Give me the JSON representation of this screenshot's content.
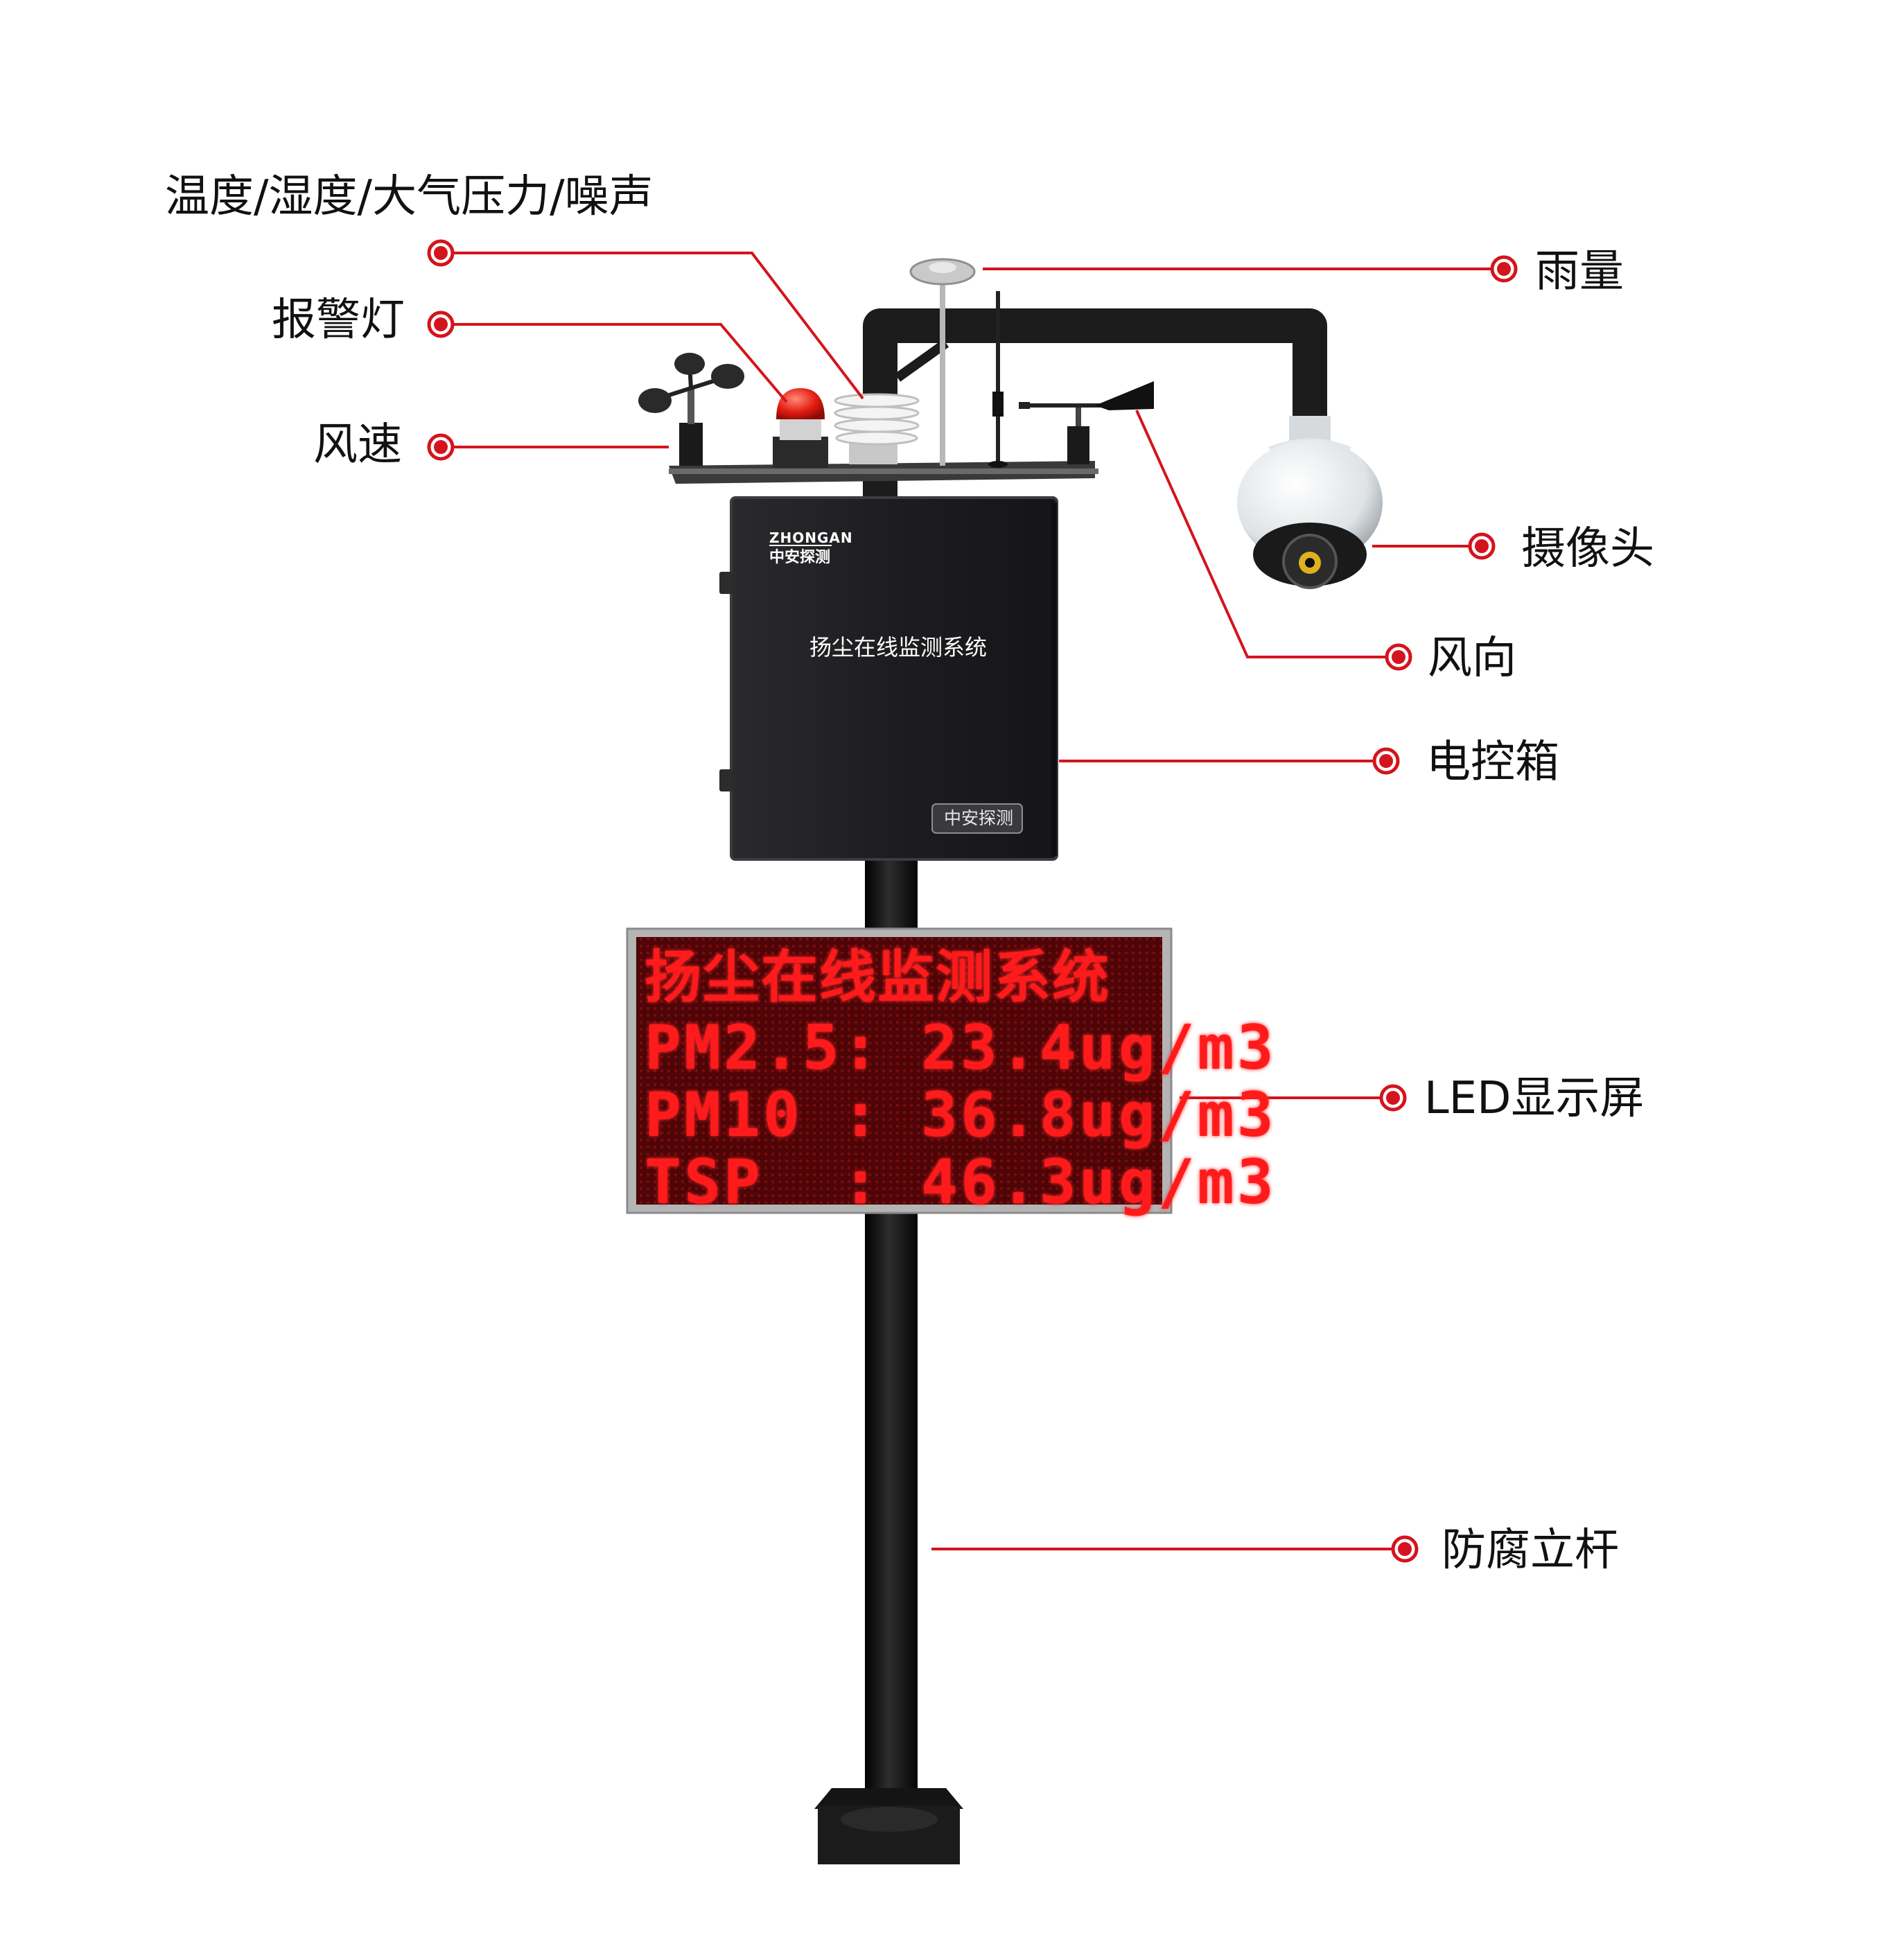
{
  "colors": {
    "accent": "#d4141c",
    "pole": "#111111",
    "cabinet": "#1f1f22",
    "led_background": "#5a0608",
    "led_text": "#ff1b1b"
  },
  "cabinet": {
    "brand_en": "ZHONGAN",
    "brand_cn": "中安探测",
    "title": "扬尘在线监测系统",
    "badge": "中安探测"
  },
  "led_display": {
    "rows": [
      "扬尘在线监测系统",
      "PM2.5: 23.4ug/m3",
      "PM10 : 36.8ug/m3",
      "TSP  : 46.3ug/m3"
    ]
  },
  "callouts": [
    {
      "id": "temp-humidity-pressure-noise",
      "label": "温度/湿度/大气压力/噪声"
    },
    {
      "id": "alarm-light",
      "label": "报警灯"
    },
    {
      "id": "wind-speed",
      "label": "风速"
    },
    {
      "id": "rainfall",
      "label": "雨量"
    },
    {
      "id": "camera",
      "label": "摄像头"
    },
    {
      "id": "wind-direction",
      "label": "风向"
    },
    {
      "id": "control-box",
      "label": "电控箱"
    },
    {
      "id": "led-screen",
      "label": "LED显示屏"
    },
    {
      "id": "pole",
      "label": "防腐立杆"
    }
  ]
}
